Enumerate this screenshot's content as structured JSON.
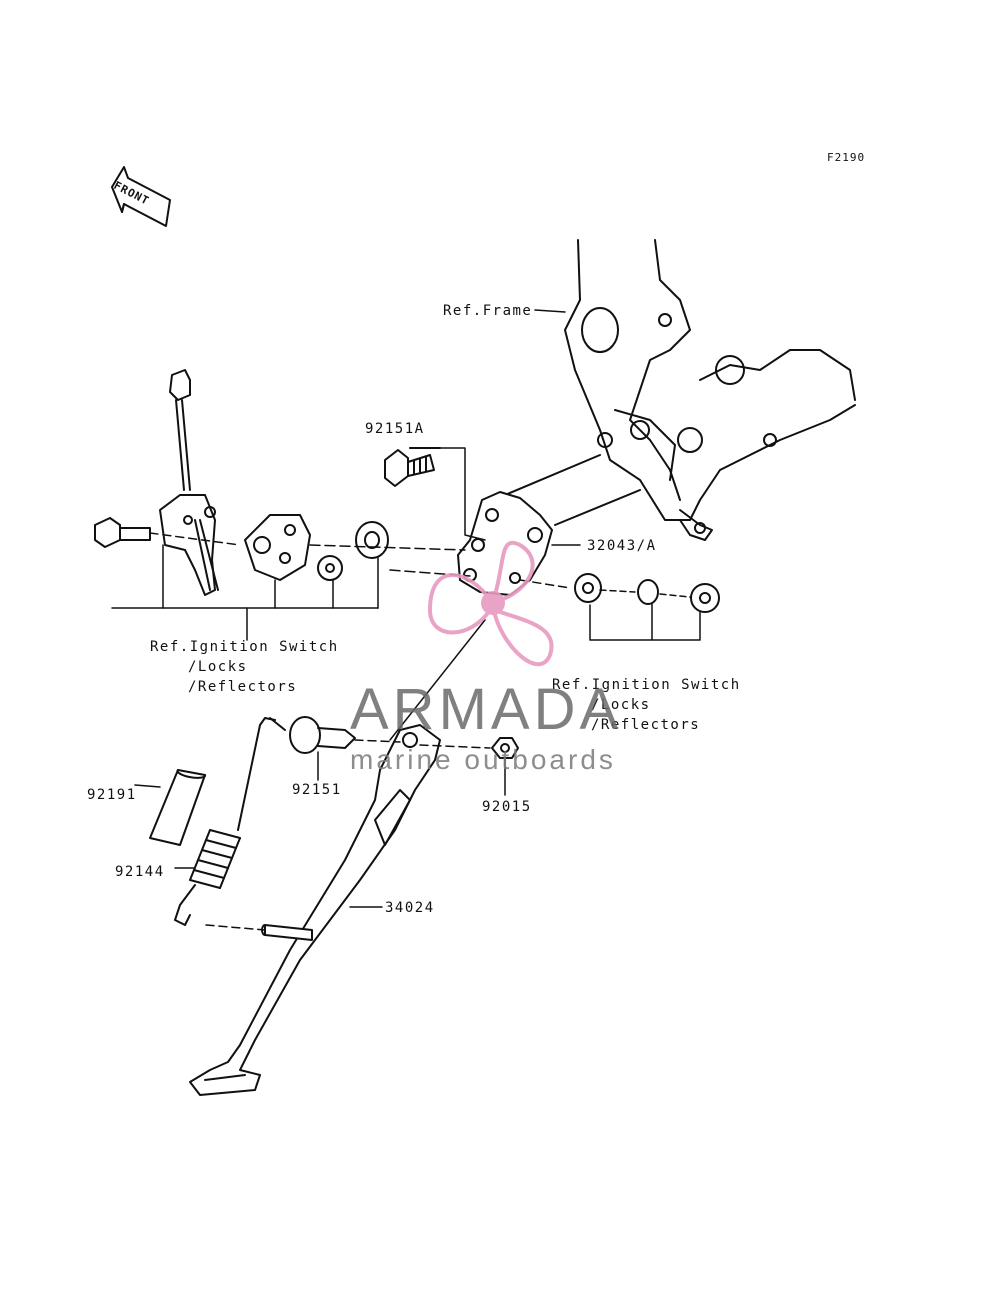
{
  "diagram": {
    "code": "F2190",
    "front_label": "FRONT",
    "labels": {
      "ref_frame": "Ref.Frame",
      "part_92151A": "92151A",
      "part_32043A": "32043/A",
      "ref_ign_left_1": "Ref.Ignition Switch",
      "ref_ign_left_2": "/Locks",
      "ref_ign_left_3": "/Reflectors",
      "ref_ign_right_1": "Ref.Ignition Switch",
      "ref_ign_right_2": "/Locks",
      "ref_ign_right_3": "/Reflectors",
      "part_92191": "92191",
      "part_92144": "92144",
      "part_92151": "92151",
      "part_92015": "92015",
      "part_34024": "34024"
    }
  },
  "watermark": {
    "brand": "ARMADA",
    "tagline": "marine outboards",
    "logo_color": "#e79ac0",
    "text_color": "#6a6a6a"
  }
}
